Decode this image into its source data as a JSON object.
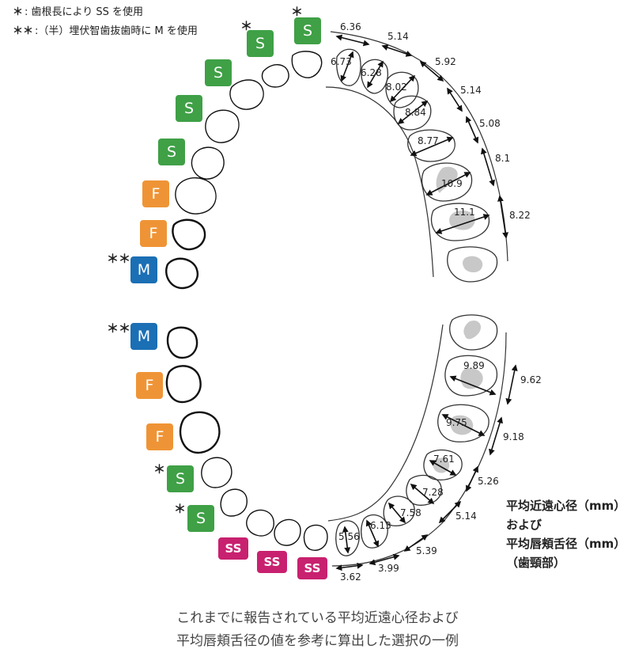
{
  "legend": {
    "line1_mark": "＊",
    "line1_text": ": 歯根長により SS を使用",
    "line2_mark": "＊＊",
    "line2_text": ":（半）埋伏智歯抜歯時に M を使用"
  },
  "upper_badges": [
    {
      "label": "S",
      "star": "＊"
    },
    {
      "label": "S",
      "star": "＊"
    },
    {
      "label": "S",
      "star": ""
    },
    {
      "label": "S",
      "star": ""
    },
    {
      "label": "S",
      "star": ""
    },
    {
      "label": "F",
      "star": ""
    },
    {
      "label": "F",
      "star": ""
    },
    {
      "label": "M",
      "star": "＊＊"
    }
  ],
  "lower_badges": [
    {
      "label": "M",
      "star": "＊＊"
    },
    {
      "label": "F",
      "star": ""
    },
    {
      "label": "F",
      "star": ""
    },
    {
      "label": "S",
      "star": "＊"
    },
    {
      "label": "S",
      "star": "＊"
    },
    {
      "label": "SS",
      "star": ""
    },
    {
      "label": "SS",
      "star": ""
    },
    {
      "label": "SS",
      "star": ""
    }
  ],
  "upper_mesiodistal": [
    "6.73",
    "6.28",
    "8.02",
    "8.84",
    "8.77",
    "10.9",
    "11.1"
  ],
  "upper_labiolingual": [
    "6.36",
    "5.14",
    "5.92",
    "5.14",
    "5.08",
    "8.1",
    "8.22"
  ],
  "lower_mesiodistal": [
    "9.89",
    "9.75",
    "7.61",
    "7.28",
    "7.58",
    "6.13",
    "5.56"
  ],
  "lower_labiolingual": [
    "9.62",
    "9.18",
    "5.26",
    "5.14",
    "5.39",
    "3.99",
    "3.62"
  ],
  "side_label": {
    "line1": "平均近遠心径（mm）",
    "line2": "および",
    "line3": "平均唇頬舌径（mm）",
    "line4": "（歯頸部）"
  },
  "caption": {
    "line1": "これまでに報告されている平均近遠心径および",
    "line2": "平均唇頬舌径の値を参考に算出した選択の一例"
  },
  "colors": {
    "S": "#3fa046",
    "F": "#ef9436",
    "M": "#1b6fb5",
    "SS": "#c8216f"
  }
}
